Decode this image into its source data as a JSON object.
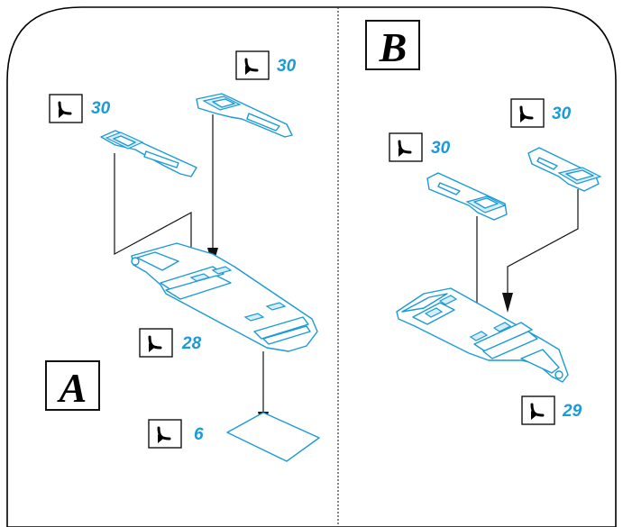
{
  "panels": {
    "a": {
      "letter": "A"
    },
    "b": {
      "letter": "B"
    }
  },
  "steps": {
    "a_left_strip": "30",
    "a_right_strip": "30",
    "a_base": "28",
    "a_plate": "6",
    "b_left_strip": "30",
    "b_right_strip": "30",
    "b_base": "29"
  },
  "icons": {
    "step_marker": "curved-arrow-icon"
  },
  "colors": {
    "part_outline": "#1a9ad6",
    "number_text": "#1a9ad6",
    "guide_lines": "#111111",
    "frame": "#000000"
  }
}
